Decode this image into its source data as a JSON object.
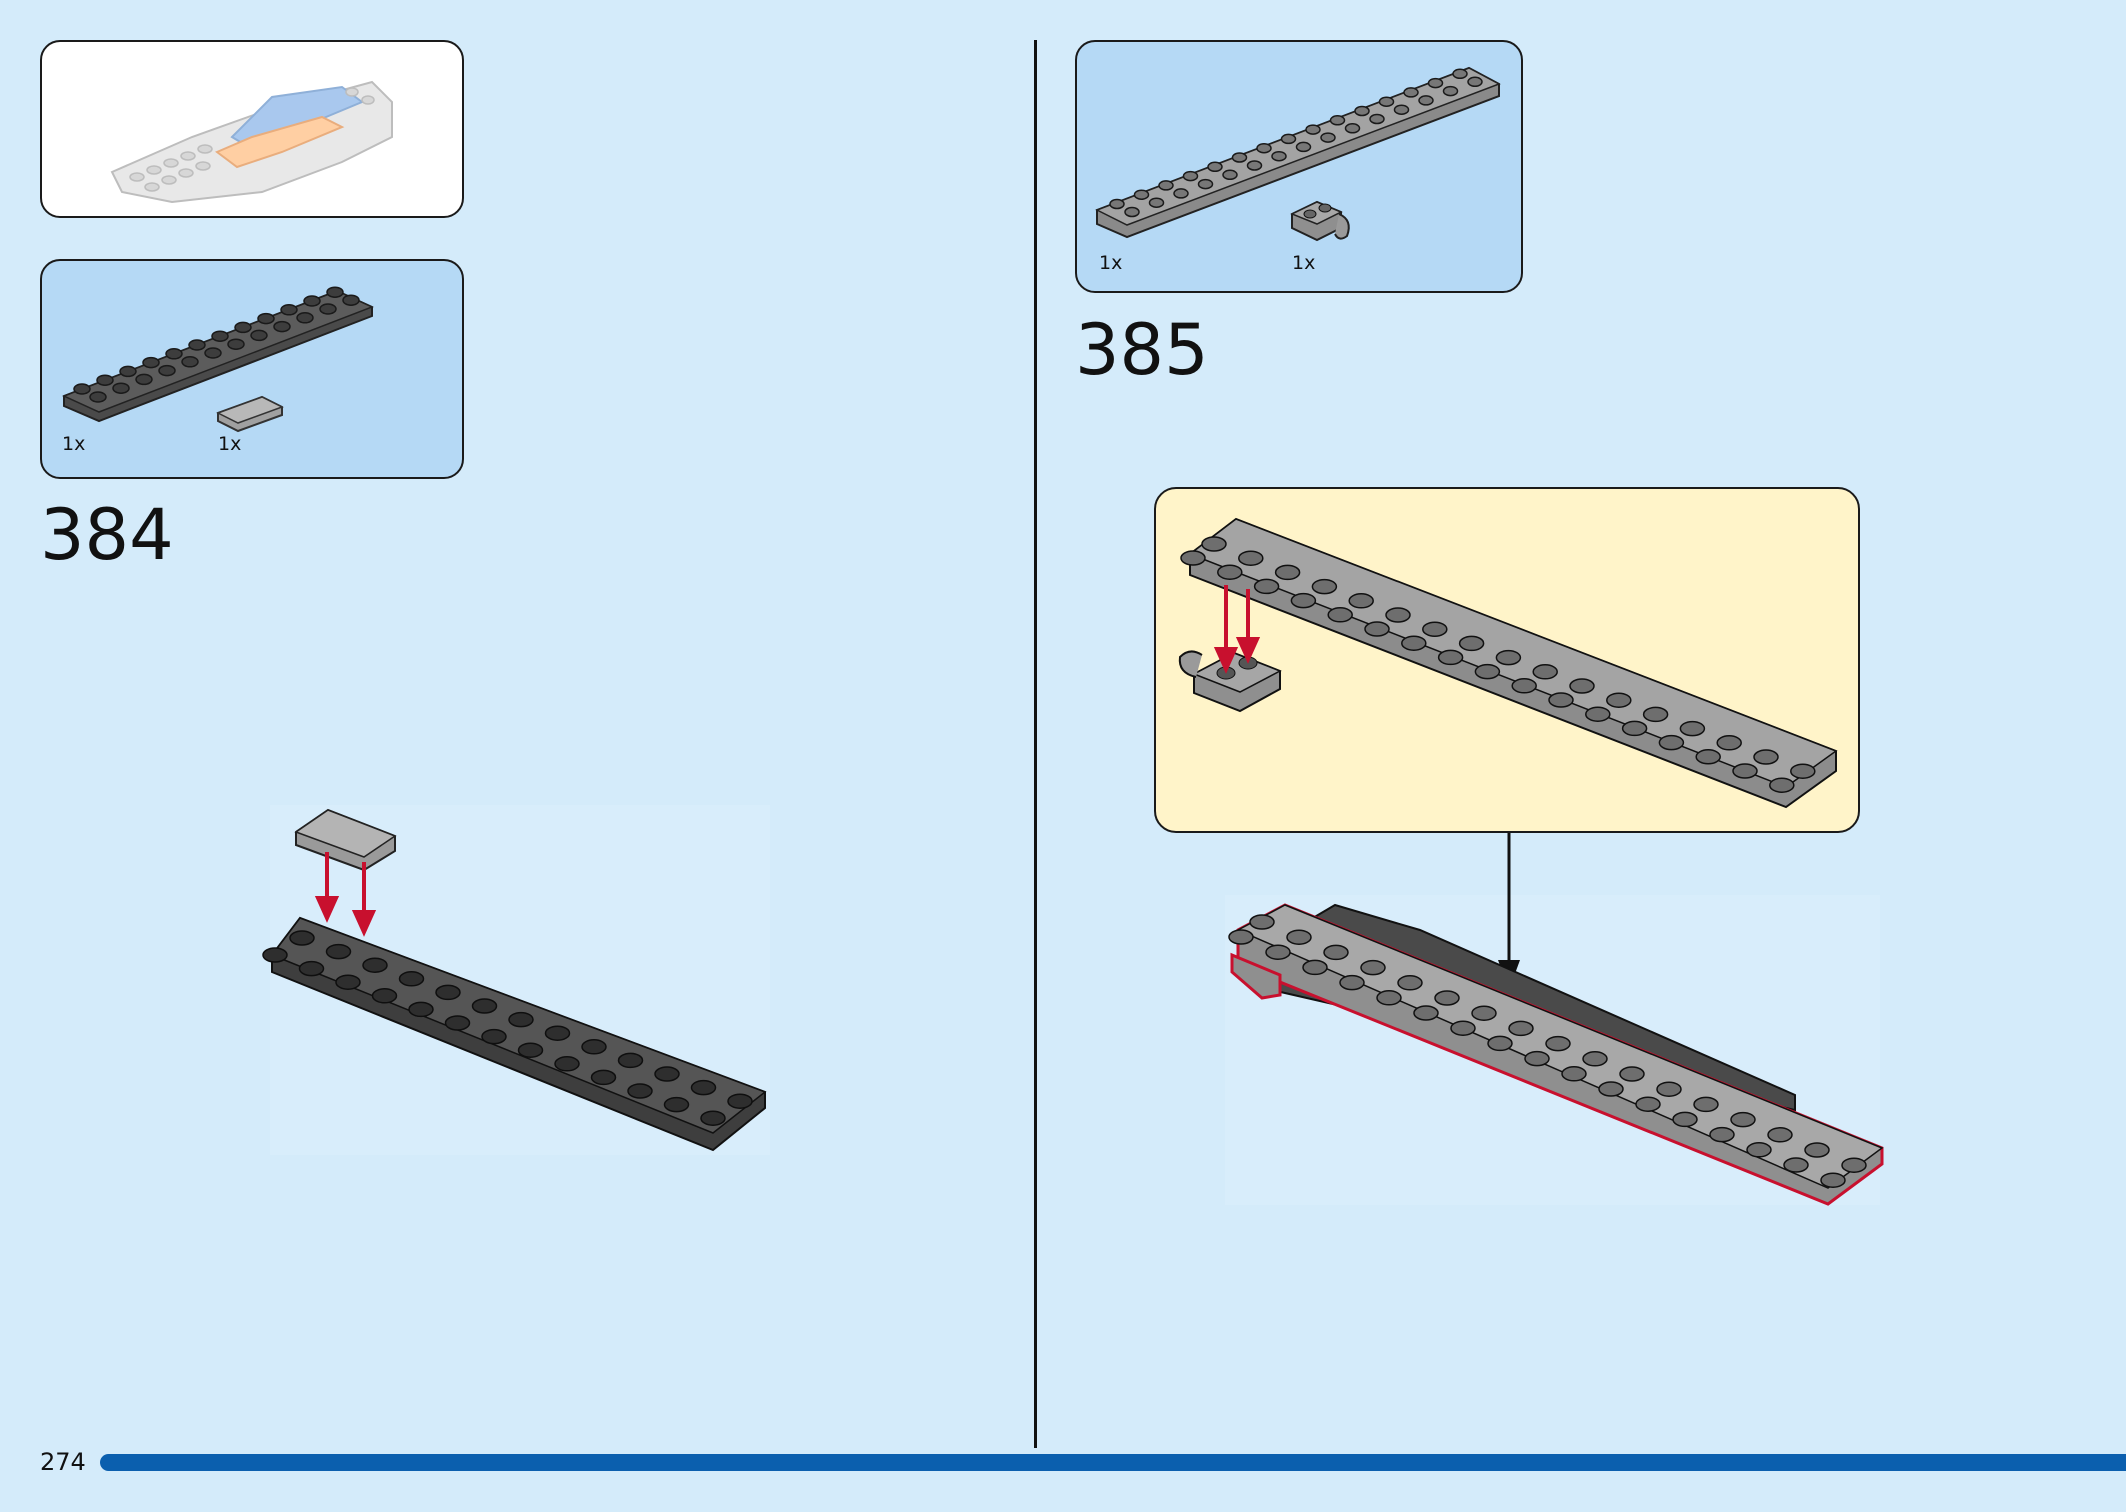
{
  "page": {
    "number": "274"
  },
  "steps": [
    {
      "number": "384",
      "parts": [
        {
          "qty": "1x"
        },
        {
          "qty": "1x"
        }
      ]
    },
    {
      "number": "385",
      "parts": [
        {
          "qty": "1x"
        },
        {
          "qty": "1x"
        }
      ]
    }
  ],
  "colors": {
    "background": "#d4ebfa",
    "parts_panel": "#b5d9f5",
    "callout_panel": "#fff4c9",
    "page_bar": "#0b5fae",
    "arrow_red": "#c8102e"
  }
}
